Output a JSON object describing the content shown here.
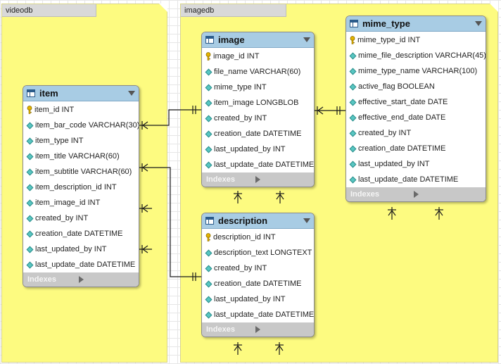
{
  "layers": [
    {
      "name": "videodb"
    },
    {
      "name": "imagedb"
    }
  ],
  "colors": {
    "layer": "#fdfb80",
    "table_header": "#a8cce4",
    "indexes_bar": "#c8c8c8",
    "column_diamond": "#58c6c2",
    "primary_key": "#e4b400"
  },
  "indexes_label": "Indexes",
  "tables": {
    "item": {
      "name": "item",
      "columns": [
        {
          "text": "item_id INT",
          "key": "primary-key"
        },
        {
          "text": "item_bar_code VARCHAR(30)",
          "key": "column"
        },
        {
          "text": "item_type INT",
          "key": "column"
        },
        {
          "text": "item_title VARCHAR(60)",
          "key": "column"
        },
        {
          "text": "item_subtitle VARCHAR(60)",
          "key": "column"
        },
        {
          "text": "item_description_id INT",
          "key": "column"
        },
        {
          "text": "item_image_id INT",
          "key": "column"
        },
        {
          "text": "created_by INT",
          "key": "column"
        },
        {
          "text": "creation_date DATETIME",
          "key": "column"
        },
        {
          "text": "last_updated_by INT",
          "key": "column"
        },
        {
          "text": "last_update_date DATETIME",
          "key": "column"
        }
      ]
    },
    "image": {
      "name": "image",
      "columns": [
        {
          "text": "image_id INT",
          "key": "primary-key"
        },
        {
          "text": "file_name VARCHAR(60)",
          "key": "column"
        },
        {
          "text": "mime_type INT",
          "key": "column"
        },
        {
          "text": "item_image LONGBLOB",
          "key": "column"
        },
        {
          "text": "created_by INT",
          "key": "column"
        },
        {
          "text": "creation_date DATETIME",
          "key": "column"
        },
        {
          "text": "last_updated_by INT",
          "key": "column"
        },
        {
          "text": "last_update_date DATETIME",
          "key": "column"
        }
      ]
    },
    "mime_type": {
      "name": "mime_type",
      "columns": [
        {
          "text": "mime_type_id INT",
          "key": "primary-key"
        },
        {
          "text": "mime_file_description VARCHAR(45)",
          "key": "column"
        },
        {
          "text": "mime_type_name VARCHAR(100)",
          "key": "column"
        },
        {
          "text": "active_flag BOOLEAN",
          "key": "column"
        },
        {
          "text": "effective_start_date DATE",
          "key": "column"
        },
        {
          "text": "effective_end_date DATE",
          "key": "column"
        },
        {
          "text": "created_by INT",
          "key": "column"
        },
        {
          "text": "creation_date DATETIME",
          "key": "column"
        },
        {
          "text": "last_updated_by INT",
          "key": "column"
        },
        {
          "text": "last_update_date DATETIME",
          "key": "column"
        }
      ]
    },
    "description": {
      "name": "description",
      "columns": [
        {
          "text": "description_id INT",
          "key": "primary-key"
        },
        {
          "text": "description_text LONGTEXT",
          "key": "column"
        },
        {
          "text": "created_by INT",
          "key": "column"
        },
        {
          "text": "creation_date DATETIME",
          "key": "column"
        },
        {
          "text": "last_updated_by INT",
          "key": "column"
        },
        {
          "text": "last_update_date DATETIME",
          "key": "column"
        }
      ]
    }
  }
}
